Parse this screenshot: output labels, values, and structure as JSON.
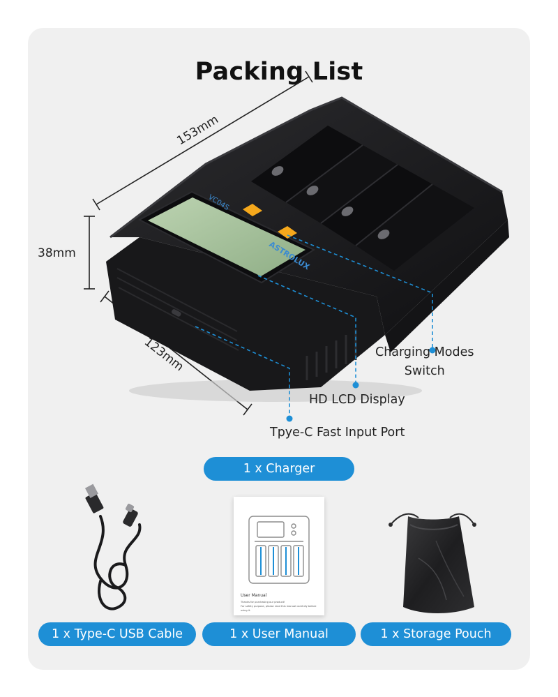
{
  "title": "Packing List",
  "dimensions": {
    "length": "153mm",
    "height": "38mm",
    "width": "123mm"
  },
  "charger": {
    "brand": "ASTROLUX",
    "model": "VC04S"
  },
  "callouts": {
    "modes_line1": "Charging Modes",
    "modes_line2": "Switch",
    "lcd": "HD LCD Display",
    "port": "Tpye-C Fast Input Port"
  },
  "items": {
    "charger": "1 x Charger",
    "cable": "1 x Type-C USB Cable",
    "manual": "1 x User Manual",
    "pouch": "1 x Storage Pouch"
  },
  "manual_text": {
    "heading": "User Manual",
    "line1": "Thanks for purchasing our product!",
    "line2": "For safety purpose, please read this manual carefully before",
    "line3": "using it."
  },
  "colors": {
    "accent": "#1e8fd6",
    "card_bg": "#f0f0f0",
    "lcd_green": "#a9c29f",
    "button_orange": "#f5a81c",
    "charger_body": "#1c1c1e"
  },
  "icons": [
    "usb-cable-icon",
    "manual-icon",
    "pouch-icon"
  ]
}
